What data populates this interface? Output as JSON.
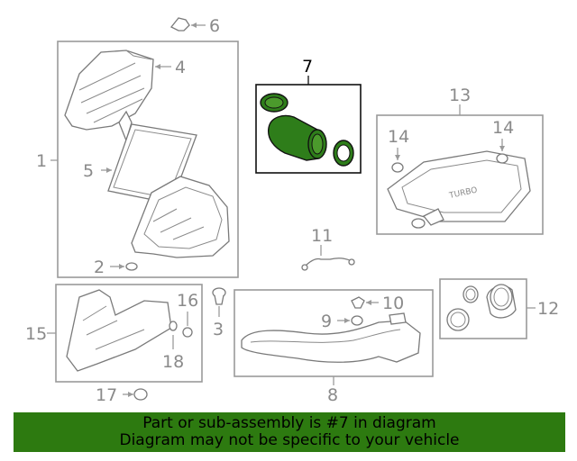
{
  "diagram": {
    "highlight_color": "#2d7a10",
    "callouts": {
      "c1": "1",
      "c2": "2",
      "c3": "3",
      "c4": "4",
      "c5": "5",
      "c6": "6",
      "c7": "7",
      "c8": "8",
      "c9": "9",
      "c10": "10",
      "c11": "11",
      "c12": "12",
      "c13": "13",
      "c14a": "14",
      "c14b": "14",
      "c15": "15",
      "c16": "16",
      "c17": "17",
      "c18": "18"
    },
    "cover_text": "TURBO"
  },
  "banner": {
    "line1": "Part or sub-assembly is #7 in diagram",
    "line2": "Diagram may not be specific to your vehicle"
  }
}
